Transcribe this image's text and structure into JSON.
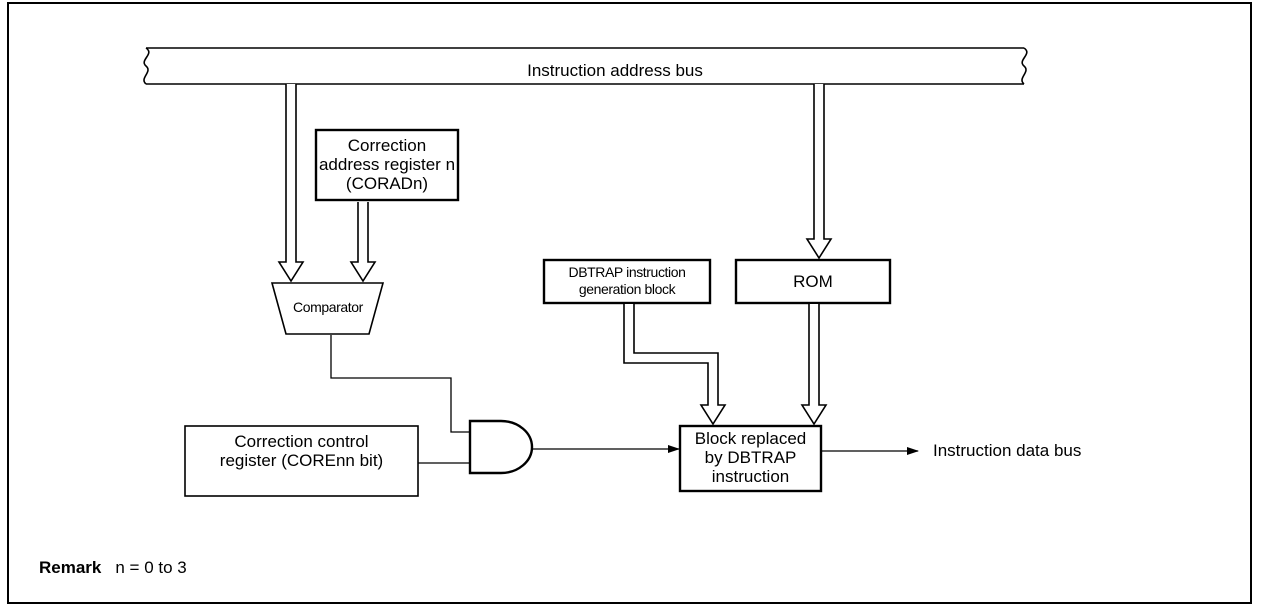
{
  "bus": {
    "label": "Instruction address bus"
  },
  "blocks": {
    "corad": {
      "lines": [
        "Correction",
        "address register n",
        "(CORADn)"
      ]
    },
    "comparator": {
      "label": "Comparator"
    },
    "dbtrap_gen": {
      "lines": [
        "DBTRAP instruction",
        "generation block"
      ]
    },
    "rom": {
      "label": "ROM"
    },
    "coren": {
      "lines": [
        "Correction control",
        "register (COREnn bit)"
      ]
    },
    "replaced": {
      "lines": [
        "Block replaced",
        "by DBTRAP",
        "instruction"
      ]
    }
  },
  "output": {
    "label": "Instruction data bus"
  },
  "remark": {
    "title": "Remark",
    "text": "n = 0 to 3"
  }
}
